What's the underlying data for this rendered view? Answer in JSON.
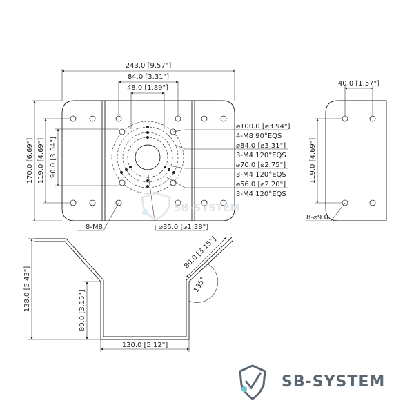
{
  "front": {
    "width": "243.0 [9.57\"]",
    "inner_width": "84.0 [3.31\"]",
    "center_width": "48.0 [1.89\"]",
    "height": "170.0 [6.69\"]",
    "mid_height": "119.0 [4.69\"]",
    "inner_height": "90.0 [3.54\"]",
    "side_holes": "8-M8",
    "center_hole": "⌀35.0 [⌀1.38\"]",
    "callouts": [
      {
        "dia": "⌀100.0 [⌀3.94\"]",
        "spec": "4-M8 90°EQS"
      },
      {
        "dia": "⌀84.0 [⌀3.31\"]",
        "spec": "3-M4 120°EQS"
      },
      {
        "dia": "⌀70.0 [⌀2.75\"]",
        "spec": "3-M4 120°EQS"
      },
      {
        "dia": "⌀56.0 [⌀2.20\"]",
        "spec": "3-M4 120°EQS"
      }
    ]
  },
  "side": {
    "width": "40.0 [1.57\"]",
    "height": "119.0 [4.69\"]",
    "holes": "8-⌀9.0"
  },
  "profile": {
    "height": "138.0 [5.43\"]",
    "inner_height": "80.0 [3.15\"]",
    "base_width": "130.0 [5.12\"]",
    "flange": "80.0 [3.15\"]",
    "angle": "135°"
  },
  "brand": {
    "name": "SB-SYSTEM",
    "watermark": "SB-SYSTEM",
    "color": "#5a6772",
    "accent": "#6cc6d8"
  }
}
